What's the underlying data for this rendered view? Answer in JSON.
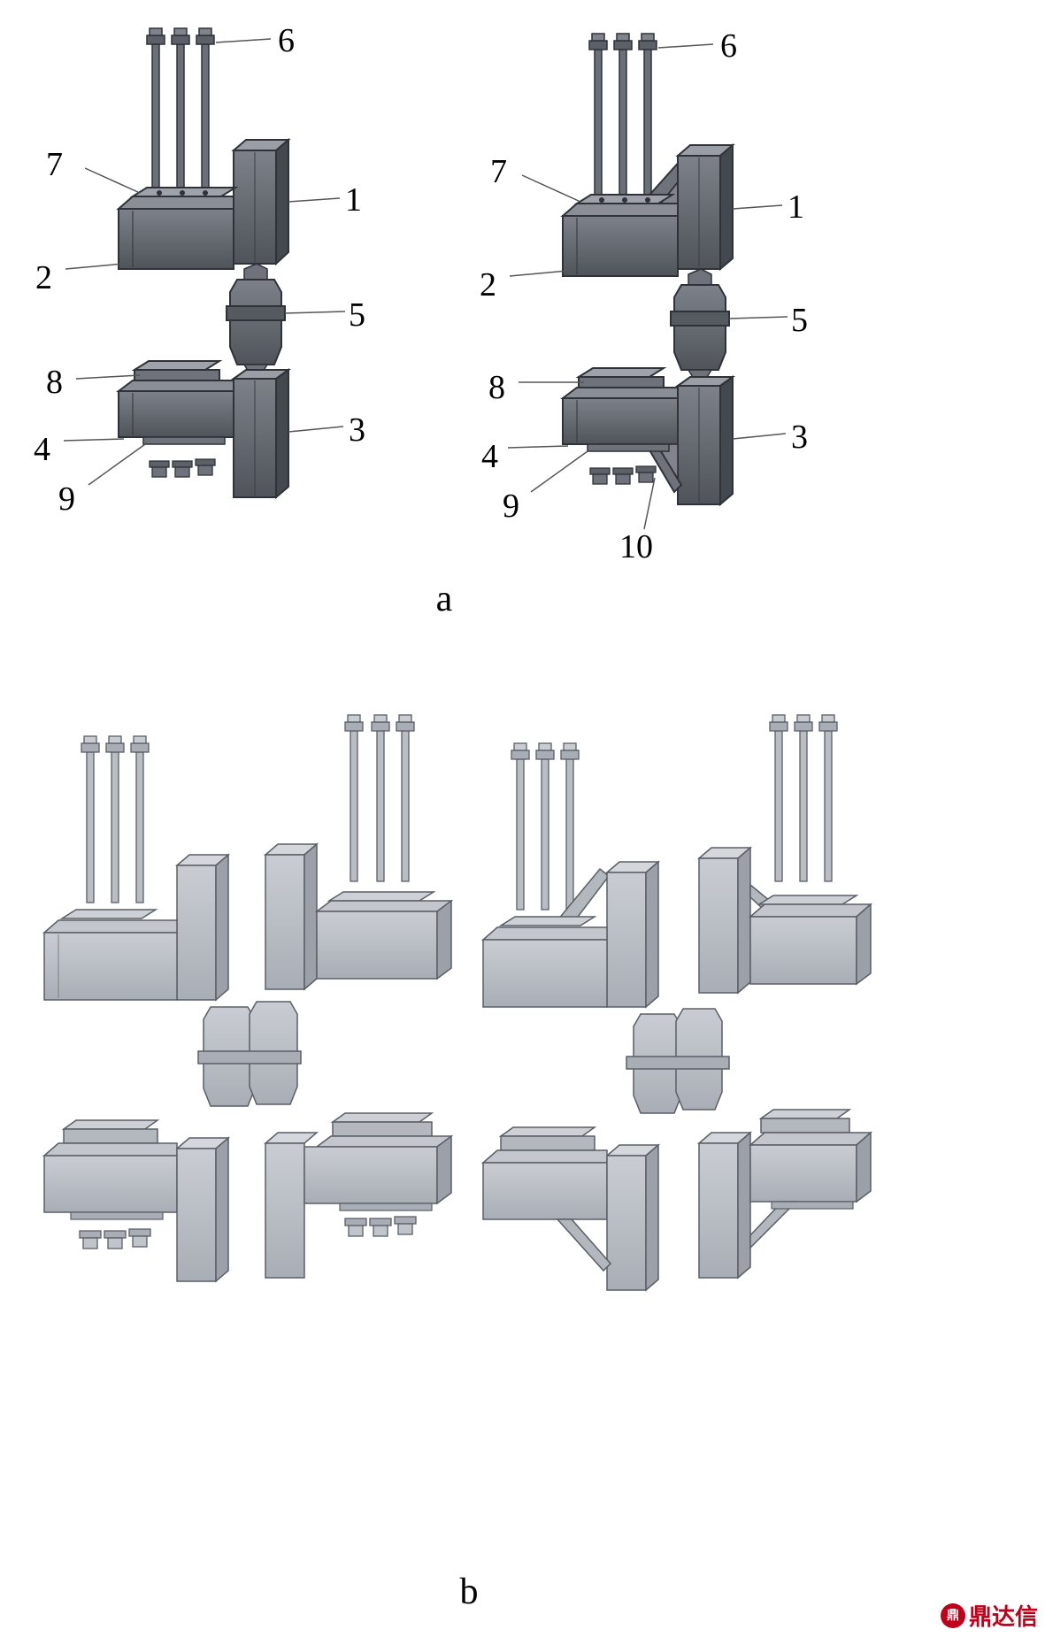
{
  "panels": {
    "a": {
      "caption": "a"
    },
    "b": {
      "caption": "b"
    }
  },
  "callouts": {
    "left": [
      "6",
      "7",
      "1",
      "2",
      "5",
      "8",
      "3",
      "4",
      "9"
    ],
    "right": [
      "6",
      "7",
      "1",
      "2",
      "5",
      "8",
      "3",
      "4",
      "9",
      "10"
    ]
  },
  "watermark": {
    "text": "鼎达信",
    "seal": "鼎"
  },
  "colors": {
    "steel_dark": "#5c6068",
    "steel_mid": "#8a9098",
    "steel_light": "#b9bec5",
    "outline": "#2f3238"
  }
}
